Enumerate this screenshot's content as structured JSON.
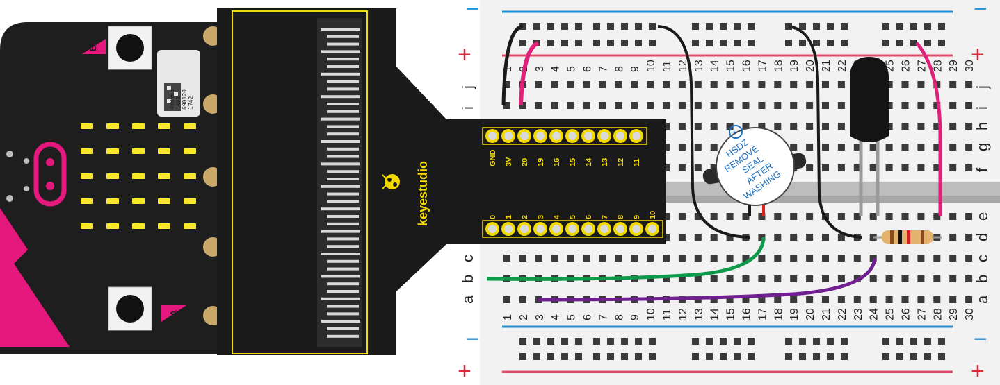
{
  "breadboard": {
    "column_numbers": [
      "1",
      "2",
      "3",
      "4",
      "5",
      "6",
      "7",
      "8",
      "9",
      "10",
      "11",
      "12",
      "13",
      "14",
      "15",
      "16",
      "17",
      "18",
      "19",
      "20",
      "21",
      "22",
      "23",
      "24",
      "25",
      "26",
      "27",
      "28",
      "29",
      "30"
    ],
    "row_letters_top": [
      "j",
      "i",
      "h",
      "g",
      "f"
    ],
    "row_letters_bottom": [
      "e",
      "d",
      "c",
      "b",
      "a"
    ],
    "rail_minus": "−",
    "rail_plus": "+",
    "colors": {
      "blue_rail": "#1f8fd6",
      "red_rail": "#e04a6c",
      "plus_sign": "#e0263a",
      "minus_sign": "#1f8fd6"
    }
  },
  "microbit": {
    "button_a": "A",
    "button_b": "B",
    "qr_lines": [
      "400863",
      "1401",
      "690120",
      "1742"
    ],
    "colors": {
      "board": "#1e1e1e",
      "accent": "#e5197d",
      "led": "#f7e62a"
    }
  },
  "adapter": {
    "brand": "keyestudio",
    "top_pins": [
      "GND",
      "3V",
      "20",
      "19",
      "16",
      "15",
      "14",
      "13",
      "12",
      "11"
    ],
    "bottom_pins": [
      "0",
      "1",
      "2",
      "3",
      "4",
      "5",
      "6",
      "7",
      "8",
      "9",
      "10"
    ],
    "colors": {
      "pin_gold": "#f2d900",
      "outline": "#f2d900"
    }
  },
  "buzzer": {
    "lines": [
      "HSDZ",
      "REMOVE",
      "SEAL",
      "AFTER",
      "WASHING"
    ]
  },
  "wires": {
    "colors": {
      "black": "#1a1a1a",
      "magenta": "#e0217a",
      "green": "#0e9a4a",
      "purple": "#6f1f8f",
      "red_lead": "#e02020"
    }
  }
}
